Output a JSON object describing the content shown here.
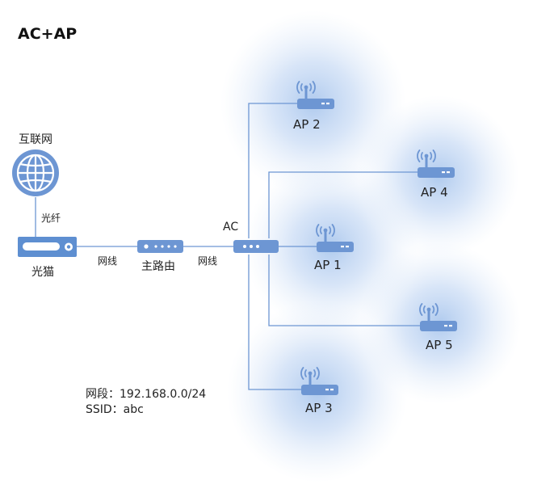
{
  "title": "AC+AP",
  "colors": {
    "line": "#6d96d3",
    "device": "#6d96d3",
    "device_dark": "#4f7fc8",
    "coverage": "#6e9fe0"
  },
  "nodes": {
    "internet": {
      "label": "互联网",
      "icon": "globe-icon"
    },
    "modem": {
      "label": "光猫",
      "icon": "modem-icon"
    },
    "router": {
      "label": "主路由",
      "icon": "router-icon"
    },
    "ac": {
      "label": "AC",
      "icon": "ac-switch-icon"
    },
    "aps": [
      {
        "label": "AP 1",
        "icon": "access-point-icon"
      },
      {
        "label": "AP 2",
        "icon": "access-point-icon"
      },
      {
        "label": "AP 3",
        "icon": "access-point-icon"
      },
      {
        "label": "AP 4",
        "icon": "access-point-icon"
      },
      {
        "label": "AP 5",
        "icon": "access-point-icon"
      }
    ]
  },
  "links": {
    "internet_modem": "光纤",
    "modem_router": "网线",
    "router_ac": "网线"
  },
  "info": {
    "subnet": "网段：192.168.0.0/24",
    "ssid": "SSID：abc"
  }
}
